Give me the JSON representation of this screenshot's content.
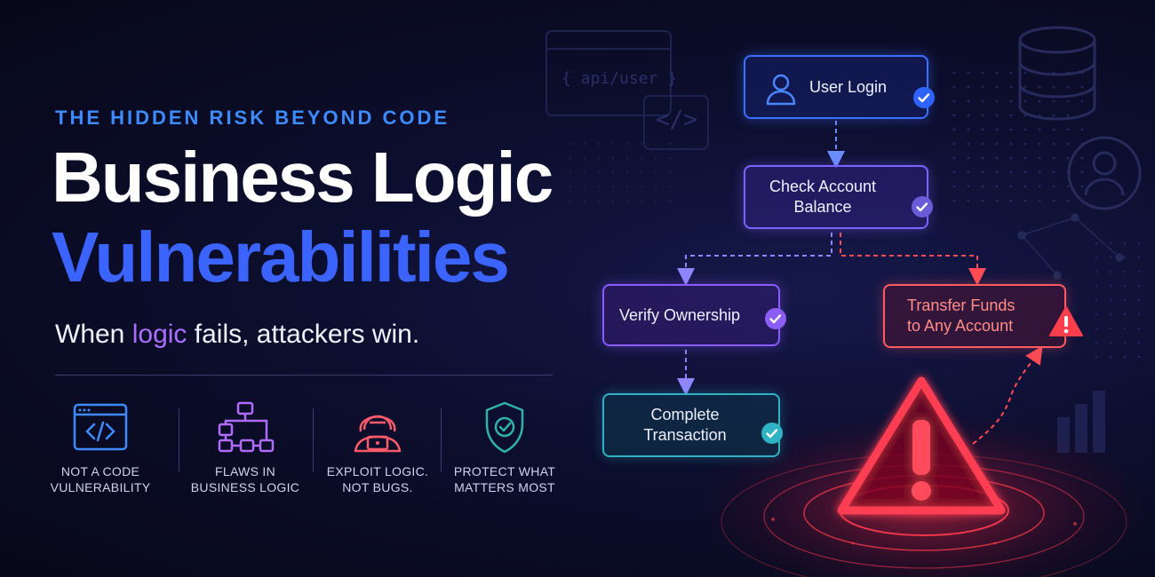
{
  "hero": {
    "eyebrow": "THE HIDDEN RISK BEYOND CODE",
    "title_line1": "Business Logic",
    "title_line2": "Vulnerabilities",
    "tagline_pre": "When ",
    "tagline_highlight": "logic",
    "tagline_post": " fails, attackers win."
  },
  "features": [
    {
      "icon": "code-window-icon",
      "label": "NOT A CODE\nVULNERABILITY"
    },
    {
      "icon": "flowchart-icon",
      "label": "FLAWS IN\nBUSINESS LOGIC"
    },
    {
      "icon": "hacker-icon",
      "label": "EXPLOIT LOGIC.\nNOT BUGS."
    },
    {
      "icon": "shield-check-icon",
      "label": "PROTECT WHAT\nMATTERS MOST"
    }
  ],
  "background_decor": {
    "api_text": "{ api/user }",
    "code_text": "</>"
  },
  "flow": {
    "user_login": "User Login",
    "check_balance": "Check Account\nBalance",
    "verify_ownership": "Verify Ownership",
    "complete_transaction": "Complete\nTransaction",
    "transfer_funds": "Transfer Funds\nto Any Account"
  },
  "colors": {
    "accent_blue": "#3b63ff",
    "accent_purple": "#a970ff",
    "eyebrow_blue": "#3d8bff",
    "danger_red": "#ff4b55",
    "teal": "#2fb3c4",
    "background": "#0c0e2e"
  }
}
